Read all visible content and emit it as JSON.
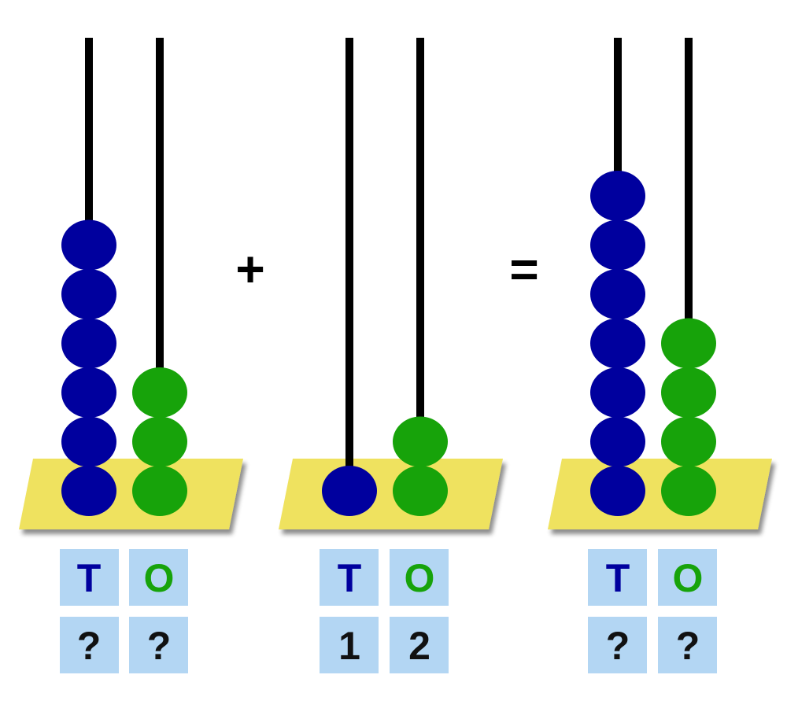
{
  "colors": {
    "tens_bead": "#00009e",
    "ones_bead": "#17a30a",
    "base": "#efe25f",
    "cell": "#b3d6f3",
    "rod": "#000000",
    "shadow": "#bdbdbd"
  },
  "operators": {
    "plus": "+",
    "equals": "="
  },
  "abaci": [
    {
      "tens_beads": 6,
      "ones_beads": 3,
      "labels": {
        "tens": "T",
        "ones": "O"
      },
      "values": {
        "tens": "?",
        "ones": "?"
      }
    },
    {
      "tens_beads": 1,
      "ones_beads": 2,
      "labels": {
        "tens": "T",
        "ones": "O"
      },
      "values": {
        "tens": "1",
        "ones": "2"
      }
    },
    {
      "tens_beads": 7,
      "ones_beads": 4,
      "labels": {
        "tens": "T",
        "ones": "O"
      },
      "values": {
        "tens": "?",
        "ones": "?"
      }
    }
  ]
}
